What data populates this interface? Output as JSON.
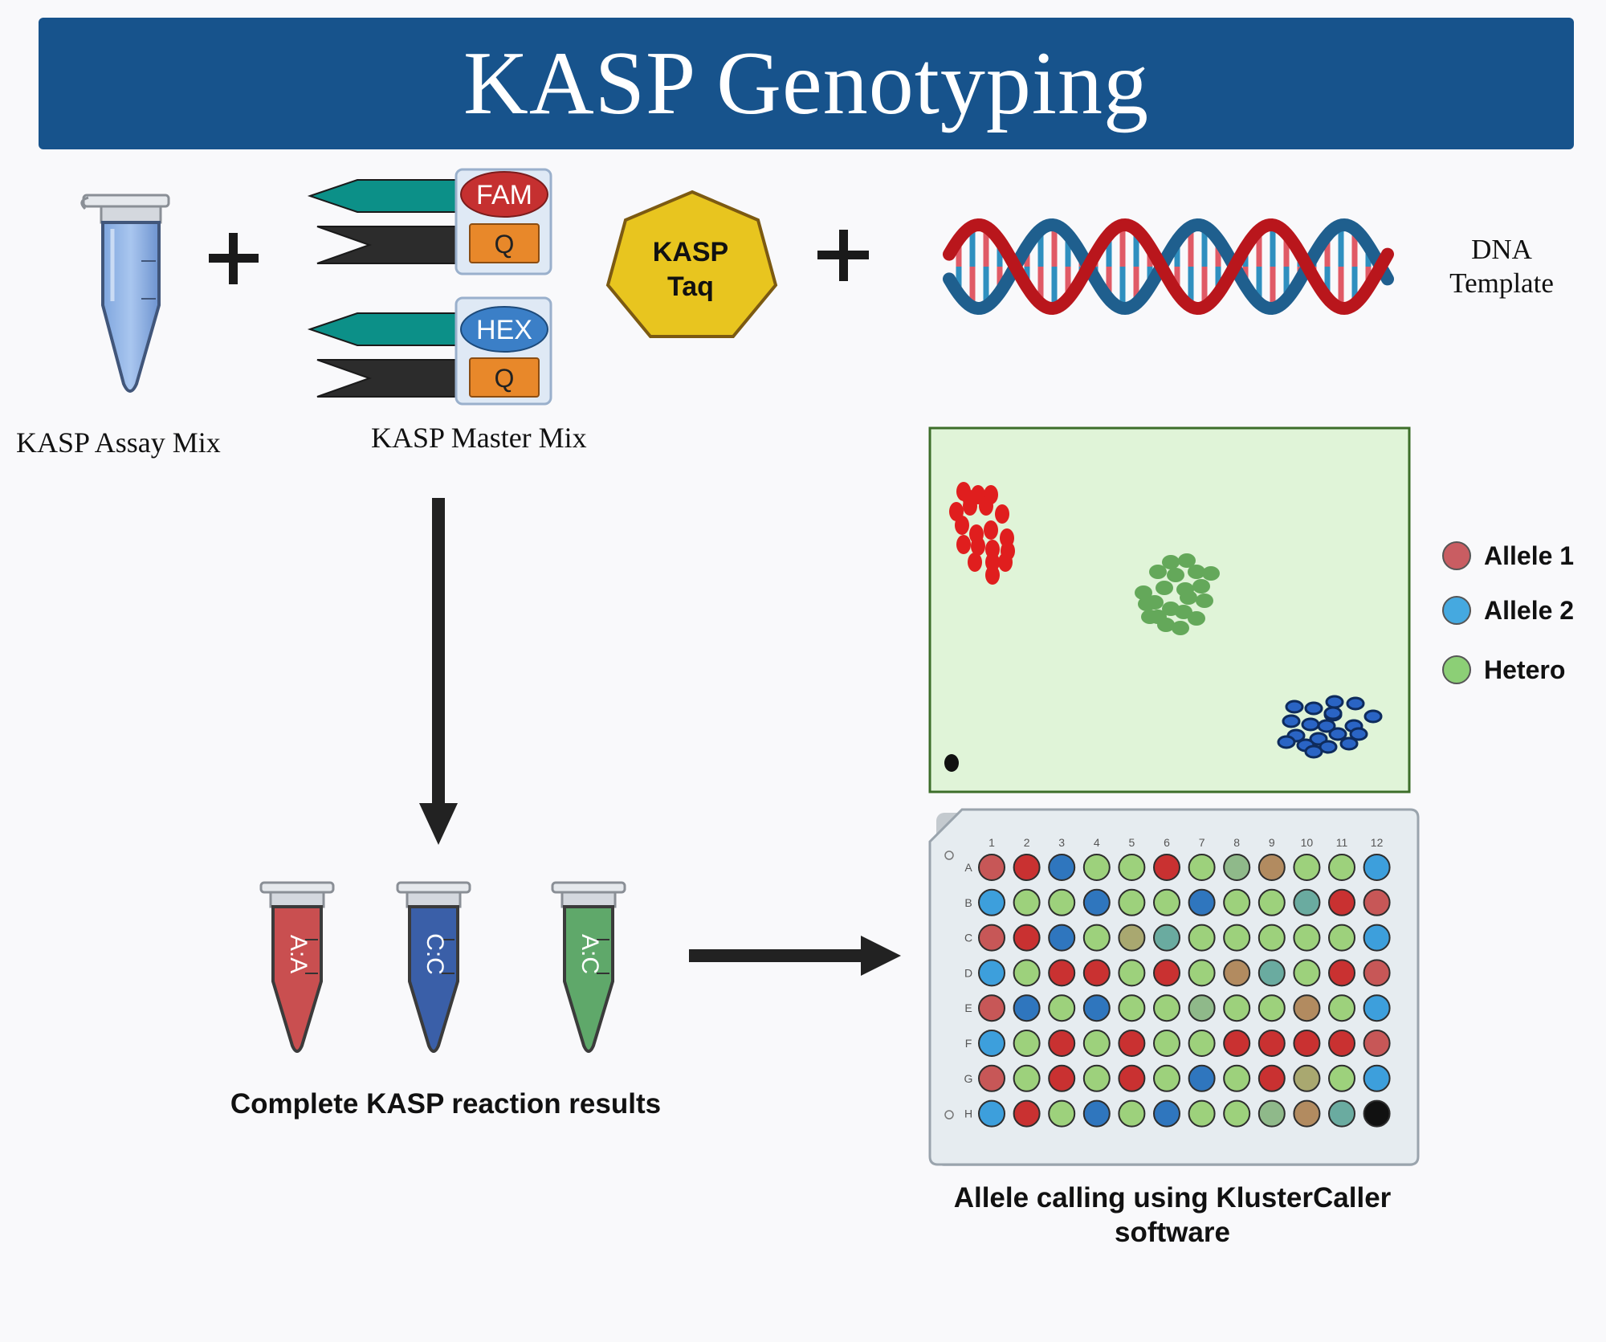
{
  "title": "KASP Genotyping",
  "inputs": {
    "assay_mix_label": "KASP Assay Mix",
    "master_mix_label": "KASP Master Mix",
    "fam_label": "FAM",
    "hex_label": "HEX",
    "quencher_label": "Q",
    "taq_line1": "KASP",
    "taq_line2": "Taq",
    "dna_label": "DNA Template",
    "plus_symbol": "+"
  },
  "results": {
    "tubes": [
      {
        "label": "A:A",
        "color": "#c94f50"
      },
      {
        "label": "C:C",
        "color": "#3a5fa8"
      },
      {
        "label": "A:C",
        "color": "#5fa86a"
      }
    ],
    "caption": "Complete KASP reaction results"
  },
  "scatter": {
    "legend": [
      {
        "label": "Allele 1",
        "color": "#c95d62"
      },
      {
        "label": "Allele 2",
        "color": "#45a9e0"
      },
      {
        "label": "Hetero",
        "color": "#8ccf76"
      }
    ]
  },
  "plate": {
    "columns": [
      "1",
      "2",
      "3",
      "4",
      "5",
      "6",
      "7",
      "8",
      "9",
      "10",
      "11",
      "12"
    ],
    "rows": [
      "A",
      "B",
      "C",
      "D",
      "E",
      "F",
      "G",
      "H"
    ],
    "palette": {
      "r": "#c75757",
      "R": "#c93131",
      "b": "#3d9fdc",
      "B": "#2f76be",
      "g": "#9dd17c",
      "t": "#6aaba0",
      "m": "#8fb98a",
      "o": "#b28b60",
      "p": "#a9a870",
      "K": "#111111"
    },
    "wells": [
      [
        "r",
        "R",
        "B",
        "g",
        "g",
        "R",
        "g",
        "m",
        "o",
        "g",
        "g",
        "b"
      ],
      [
        "b",
        "g",
        "g",
        "B",
        "g",
        "g",
        "B",
        "g",
        "g",
        "t",
        "R",
        "r"
      ],
      [
        "r",
        "R",
        "B",
        "g",
        "p",
        "t",
        "g",
        "g",
        "g",
        "g",
        "g",
        "b"
      ],
      [
        "b",
        "g",
        "R",
        "R",
        "g",
        "R",
        "g",
        "o",
        "t",
        "g",
        "R",
        "r"
      ],
      [
        "r",
        "B",
        "g",
        "B",
        "g",
        "g",
        "m",
        "g",
        "g",
        "o",
        "g",
        "b"
      ],
      [
        "b",
        "g",
        "R",
        "g",
        "R",
        "g",
        "g",
        "R",
        "R",
        "R",
        "R",
        "r"
      ],
      [
        "r",
        "g",
        "R",
        "g",
        "R",
        "g",
        "B",
        "g",
        "R",
        "p",
        "g",
        "b"
      ],
      [
        "b",
        "R",
        "g",
        "B",
        "g",
        "B",
        "g",
        "g",
        "m",
        "o",
        "t",
        "K"
      ]
    ],
    "caption": "Allele calling using KlusterCaller software"
  }
}
